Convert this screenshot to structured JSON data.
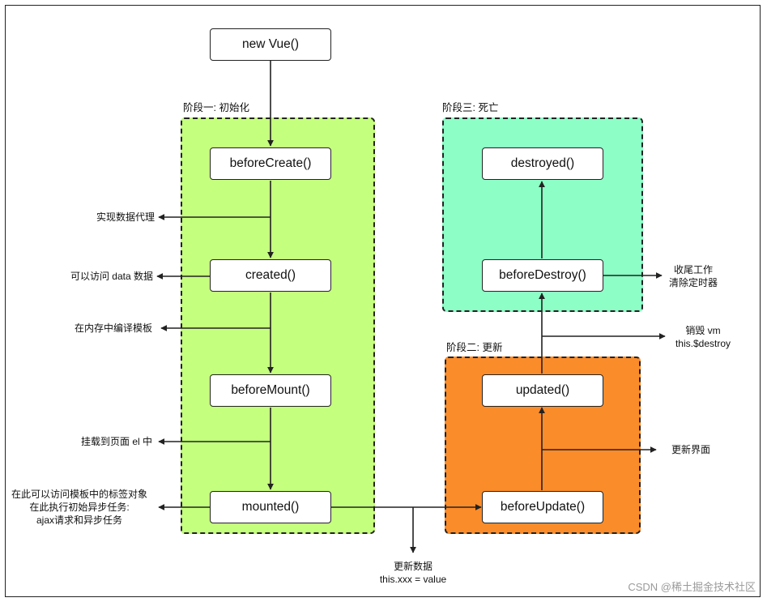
{
  "phases": {
    "init": "阶段一: 初始化",
    "update": "阶段二: 更新",
    "death": "阶段三: 死亡"
  },
  "hooks": {
    "new_vue": "new Vue()",
    "before_create": "beforeCreate()",
    "created": "created()",
    "before_mount": "beforeMount()",
    "mounted": "mounted()",
    "before_update": "beforeUpdate()",
    "updated": "updated()",
    "before_destroy": "beforeDestroy()",
    "destroyed": "destroyed()"
  },
  "notes": {
    "data_proxy": "实现数据代理",
    "access_data": "可以访问 data 数据",
    "compile_template": "在内存中编译模板",
    "mount_el": "挂载到页面 el 中",
    "mounted_line1": "在此可以访问模板中的标签对象",
    "mounted_line2": "在此执行初始异步任务:",
    "mounted_line3": "ajax请求和异步任务",
    "update_data_line1": "更新数据",
    "update_data_line2": "this.xxx = value",
    "update_ui": "更新界面",
    "destroy_vm_line1": "销毁 vm",
    "destroy_vm_line2": "this.$destroy",
    "cleanup_line1": "收尾工作",
    "cleanup_line2": "清除定时器"
  },
  "watermark": "CSDN @稀土掘金技术社区",
  "colors": {
    "init_phase": "#c5ff7e",
    "update_phase": "#fb8c2a",
    "death_phase": "#8dffc6",
    "stroke": "#222222"
  }
}
